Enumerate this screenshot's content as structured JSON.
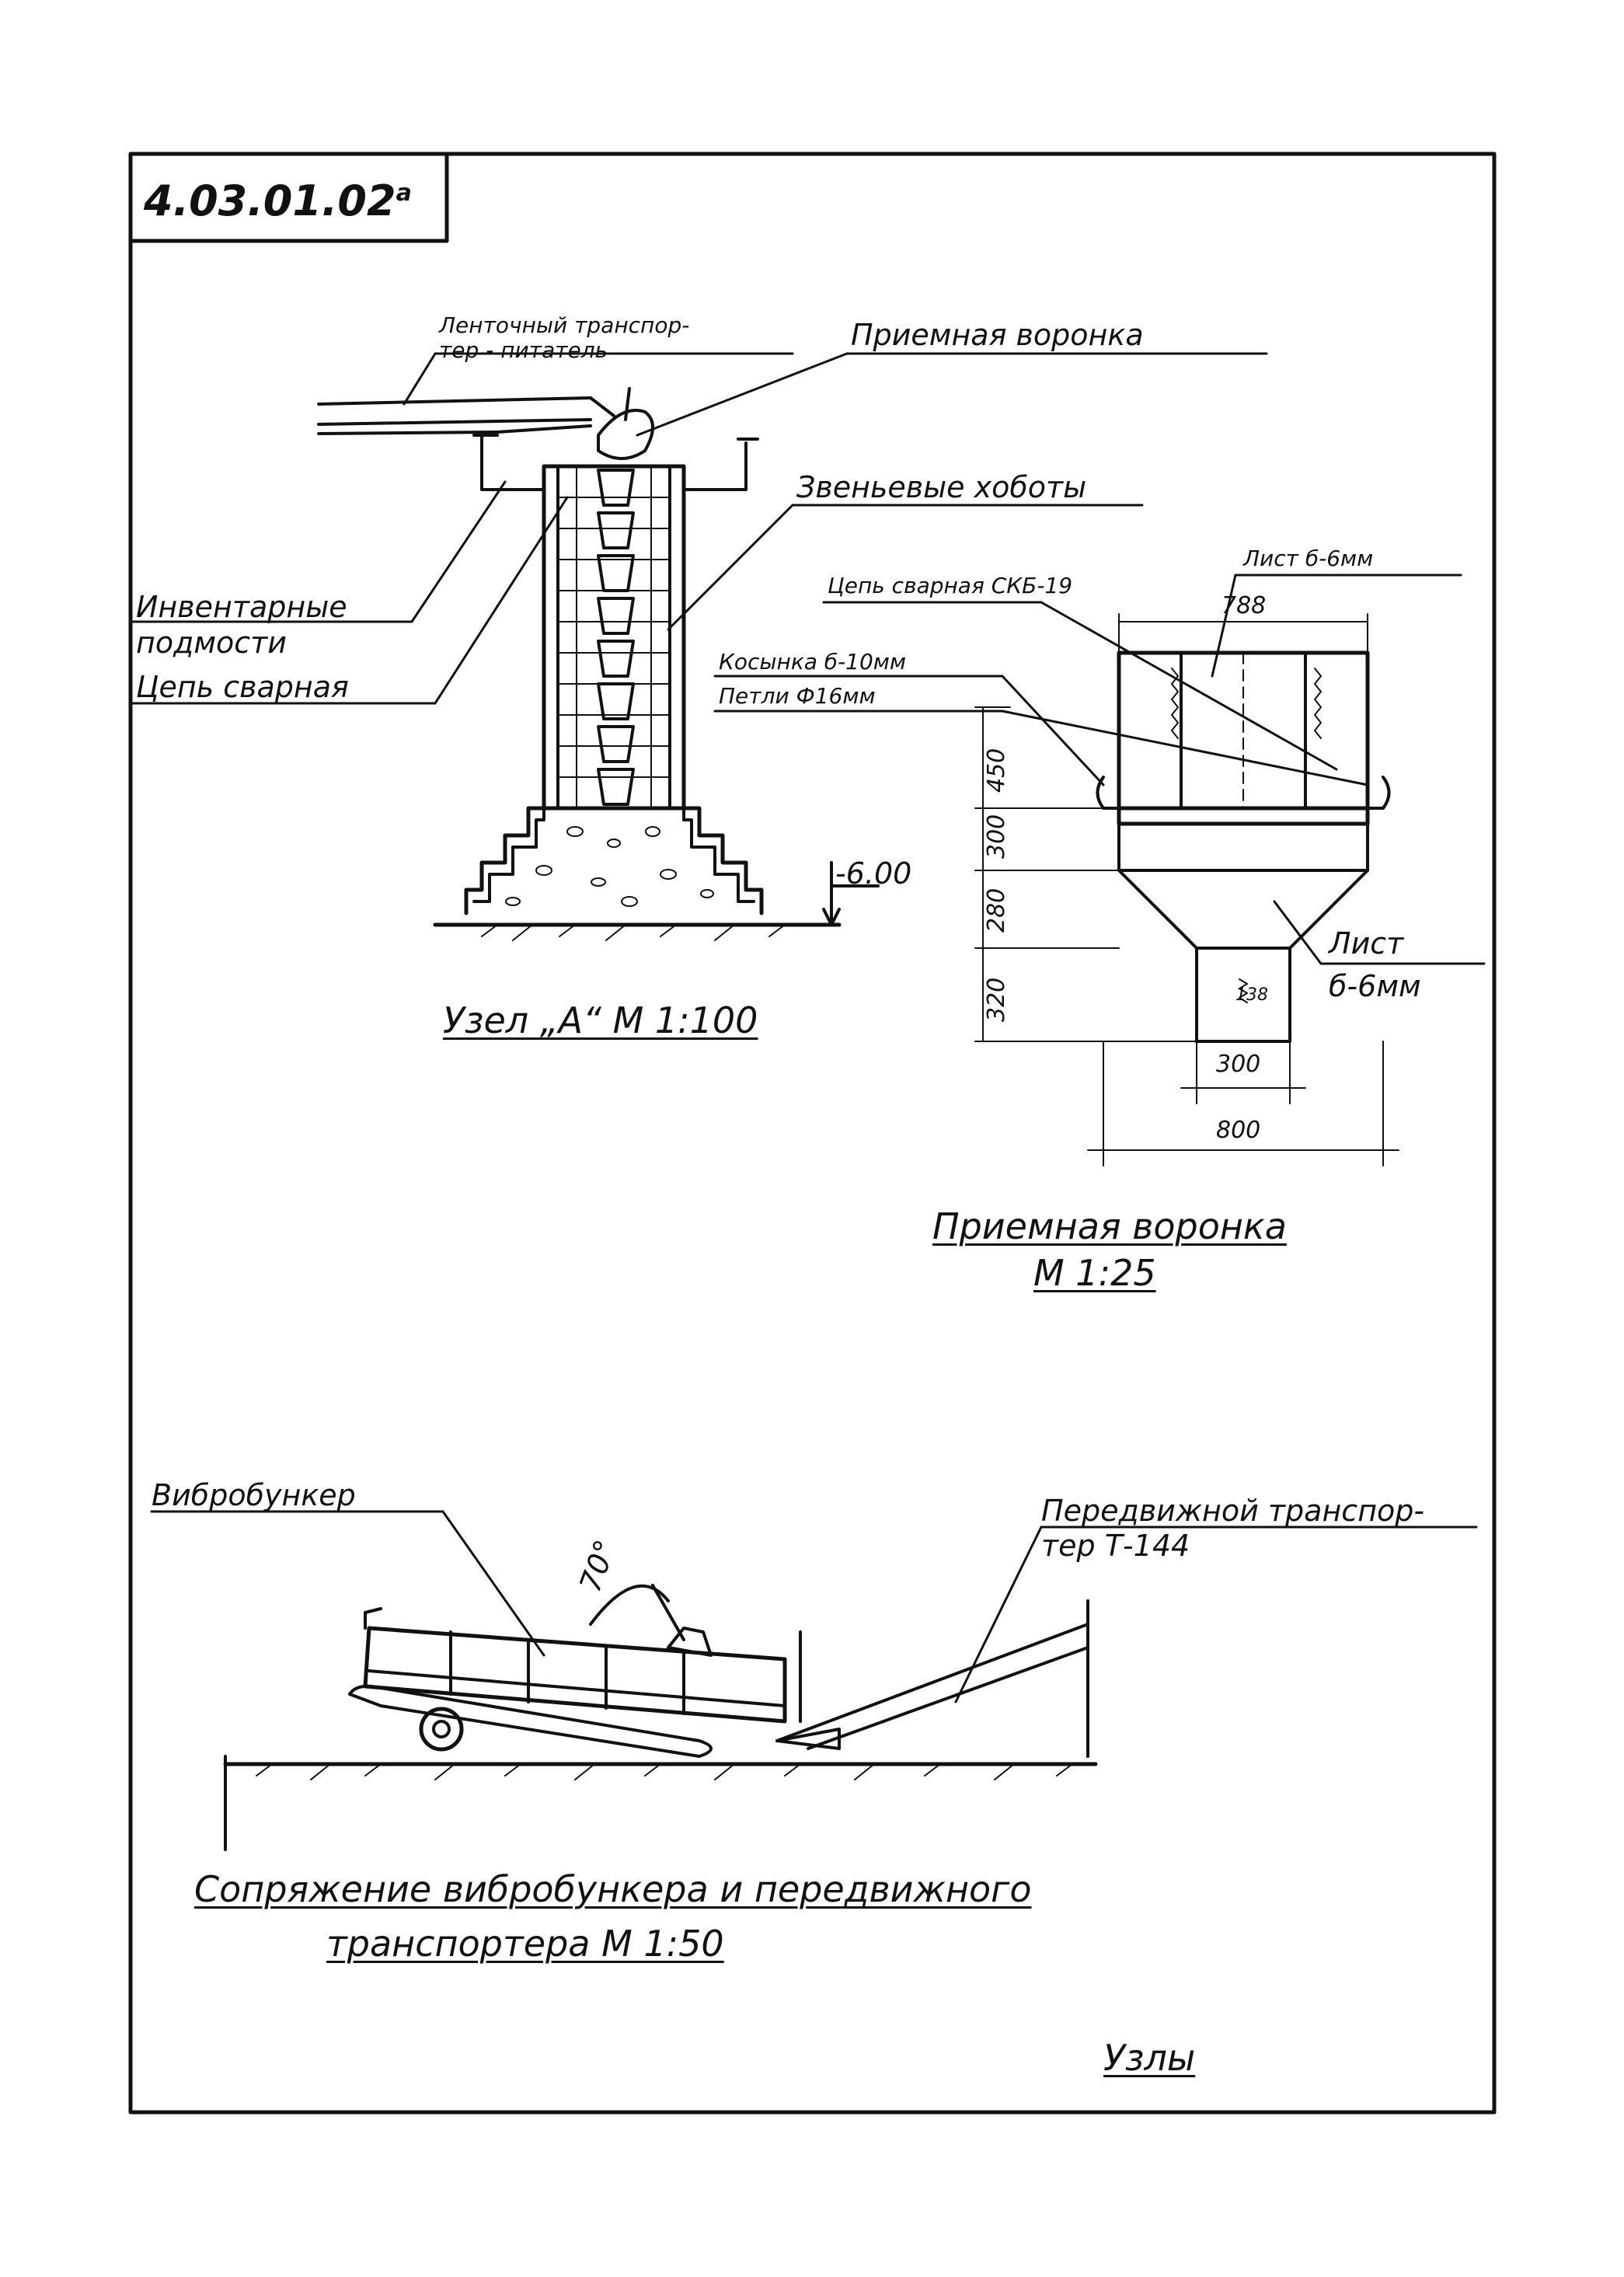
{
  "sheet": {
    "code": "4.03.01.02",
    "code_superscript": "а",
    "sheet_title": "Узлы"
  },
  "node_a": {
    "caption": "Узел „А“ М 1:100",
    "labels": {
      "feeder": "Ленточный транспор-",
      "feeder_2": "тер - питатель",
      "hopper": "Приемная воронка",
      "chute": "Звеньевые хоботы",
      "scaffold": "Инвентарные",
      "scaffold_2": "подмости",
      "chain": "Цепь сварная",
      "level": "-6.00"
    }
  },
  "hopper_detail": {
    "caption": "Приемная воронка",
    "scale": "М 1:25",
    "labels": {
      "chain": "Цепь сварная СКБ-19",
      "sheet_top": "Лист б-6мм",
      "gusset": "Косынка б-10мм",
      "loops": "Петли Ф16мм",
      "sheet_bottom": "Лист",
      "sheet_bottom_2": "б-6мм"
    },
    "dims": {
      "top_width": "788",
      "bottom_width": "800",
      "outlet_width": "300",
      "h1": "450",
      "h2": "300",
      "h3": "280",
      "h4": "320",
      "center": "138"
    }
  },
  "conjunction": {
    "caption_line1": "Сопряжение вибробункера и передвижного",
    "caption_line2": "транспортера   М 1:50",
    "labels": {
      "bunker": "Вибробункер",
      "conveyor": "Передвижной транспор-",
      "conveyor_2": "тер Т-144",
      "angle": "70°"
    }
  }
}
